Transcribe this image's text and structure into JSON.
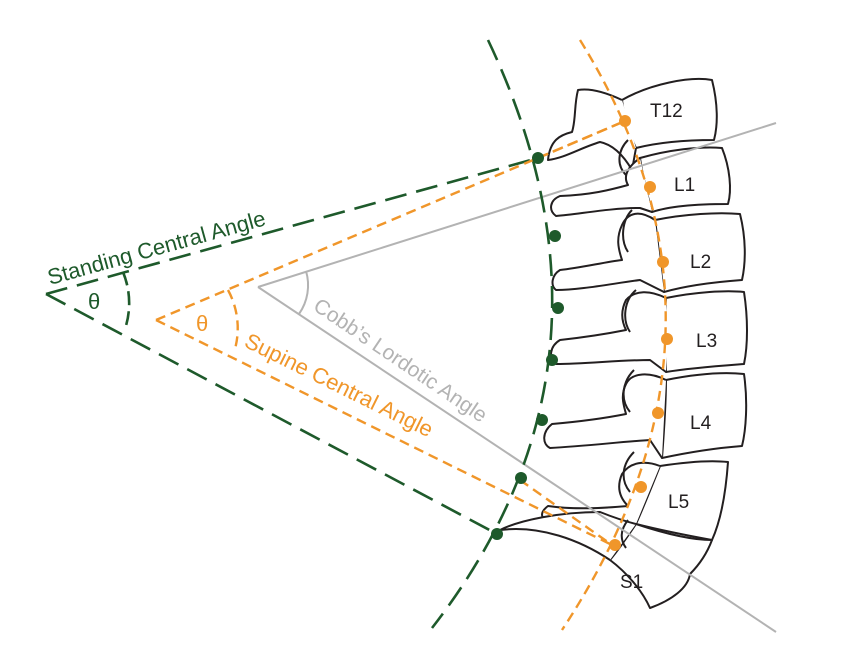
{
  "vertebra_labels": [
    "T12",
    "L1",
    "L2",
    "L3",
    "L4",
    "L5",
    "S1"
  ],
  "standing": {
    "label": "Standing Central Angle",
    "theta": "θ",
    "color": "#1e5a2b"
  },
  "supine": {
    "label": "Supine Central Angle",
    "theta": "θ",
    "color": "#f0962a"
  },
  "cobb": {
    "label": "Cobb’s Lordotic Angle",
    "color": "#b3b3b3"
  },
  "outline_color": "#231f20"
}
